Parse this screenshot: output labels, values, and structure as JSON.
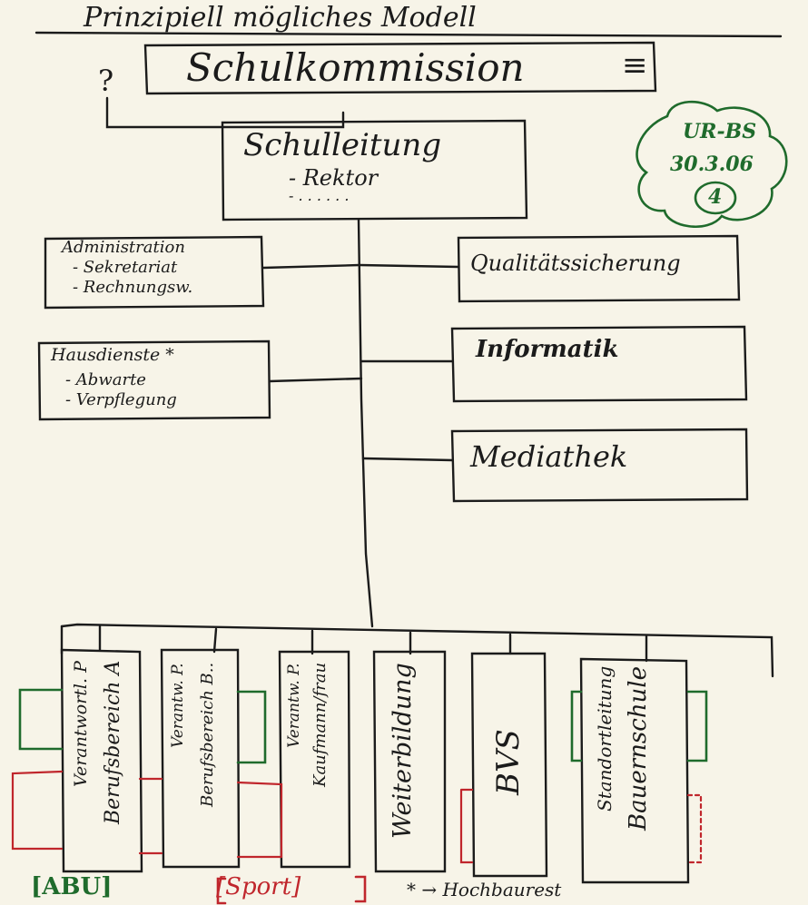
{
  "header": {
    "title": "Prinzipiell  mögliches  Modell",
    "question_mark": "?",
    "commission": "Schulkommission",
    "commission_mark": "≡"
  },
  "stamp": {
    "line1": "UR-BS",
    "line2": "30.3.06",
    "number": "4"
  },
  "leitung": {
    "title": "Schulleitung",
    "item1": "- Rektor",
    "item2": "- . . . . . ."
  },
  "left_boxes": [
    {
      "title": "Administration",
      "items": [
        "- Sekretariat",
        "- Rechnungsw."
      ]
    },
    {
      "title": "Hausdienste *",
      "items": [
        "- Abwarte",
        "- Verpflegung"
      ]
    }
  ],
  "right_boxes": [
    "Qualitätssicherung",
    "Informatik",
    "Mediathek"
  ],
  "bottom_columns": [
    {
      "line1": "Verantwortl. P",
      "line2": "Berufsbereich A"
    },
    {
      "line1": "Verantw. P.",
      "line2": "Berufsbereich B.."
    },
    {
      "line1": "Verantw. P.",
      "line2": "Kaufmann/frau"
    },
    {
      "line1": "Weiterbildung",
      "line2": ""
    },
    {
      "line1": "BVS",
      "line2": ""
    },
    {
      "line1": "Standortleitung",
      "line2": "Bauernschule"
    }
  ],
  "footer": {
    "abu": "[ABU]",
    "sport": "[Sport]",
    "note": "* → Hochbaurest"
  },
  "colors": {
    "ink": "#1b1b1b",
    "green": "#1f6b2c",
    "red": "#c0262c",
    "paper": "#f7f4e8"
  }
}
